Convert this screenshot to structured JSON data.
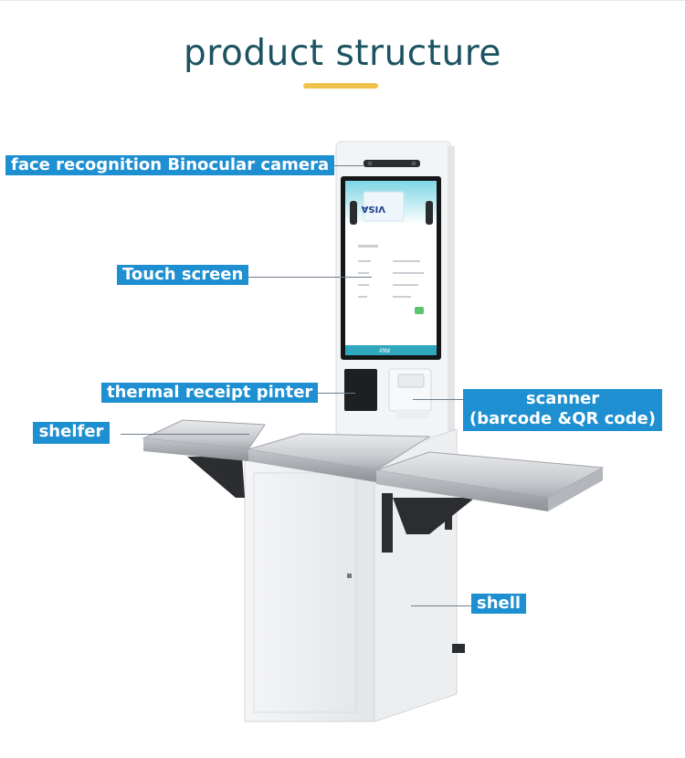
{
  "title": "product structure",
  "labels": {
    "camera": "face recognition Binocular camera",
    "touch_screen": "Touch screen",
    "printer": "thermal receipt pinter",
    "shelfer": "shelfer",
    "scanner_line1": "scanner",
    "scanner_line2": "(barcode &QR code)",
    "shell": "shell"
  },
  "screen": {
    "card_brand": "VISA",
    "pay_button": "PAY"
  },
  "colors": {
    "title": "#1b5360",
    "accent_underline": "#f0c24a",
    "label_bg": "#1e8fd0",
    "label_text": "#ffffff"
  }
}
